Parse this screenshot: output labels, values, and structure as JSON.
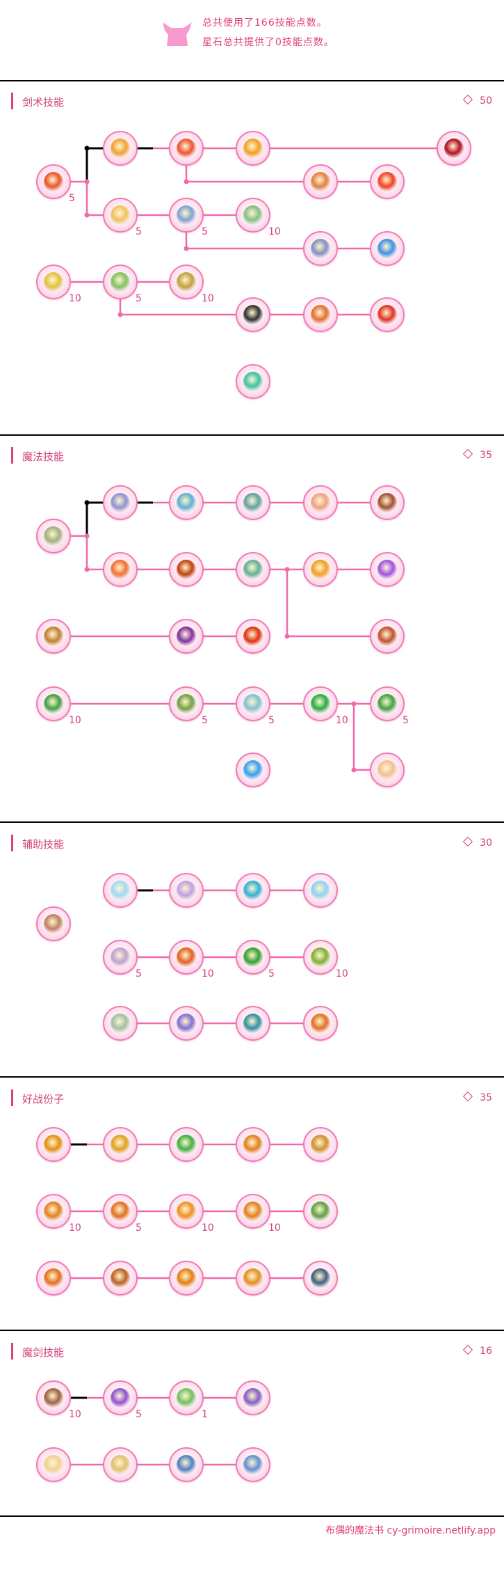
{
  "summary": {
    "icon": "pink-cat-icon",
    "used_text": "总共使用了166技能点数。",
    "star_text": "星石总共提供了0技能点数。"
  },
  "colors": {
    "accent": "#e0407a",
    "line": "#f06aaa",
    "branch": "#000000",
    "node_border": "#f27ab4"
  },
  "sections": [
    {
      "title": "剑术技能",
      "points": "50",
      "nodes": [
        {
          "icon": "fire-slash-icon",
          "level": "5",
          "tint": "#e8552a"
        },
        {
          "icon": "orange-sweep-icon",
          "level": null,
          "tint": "#f0a030"
        },
        {
          "icon": "red-crescent-icon",
          "level": null,
          "tint": "#f05030"
        },
        {
          "icon": "sword-burst-icon",
          "level": null,
          "tint": "#f0a020"
        },
        {
          "icon": "red-blade-icon",
          "level": null,
          "tint": "#b01020"
        },
        {
          "icon": "flame-pillar-icon",
          "level": null,
          "tint": "#e08040"
        },
        {
          "icon": "crescent-slash-icon",
          "level": null,
          "tint": "#f04020"
        },
        {
          "icon": "gold-slash-icon",
          "level": "5",
          "tint": "#f0c060"
        },
        {
          "icon": "wind-slash-icon",
          "level": "5",
          "tint": "#80a0d0"
        },
        {
          "icon": "green-sword-icon",
          "level": "10",
          "tint": "#80c080"
        },
        {
          "icon": "arc-strike-icon",
          "level": null,
          "tint": "#8090c0"
        },
        {
          "icon": "ice-sword-icon",
          "level": null,
          "tint": "#4090e0"
        },
        {
          "icon": "yellow-sword-burst-icon",
          "level": "10",
          "tint": "#e0c040"
        },
        {
          "icon": "green-sword-burst-icon",
          "level": "5",
          "tint": "#80c060"
        },
        {
          "icon": "gold-sword-burst-icon",
          "level": "10",
          "tint": "#c0a040"
        },
        {
          "icon": "dark-aura-icon",
          "level": null,
          "tint": "#303030"
        },
        {
          "icon": "flame-armor-icon",
          "level": null,
          "tint": "#e07030"
        },
        {
          "icon": "fire-shield-icon",
          "level": null,
          "tint": "#e03020"
        },
        {
          "icon": "jade-slash-icon",
          "level": null,
          "tint": "#40c0a0"
        }
      ]
    },
    {
      "title": "魔法技能",
      "points": "35",
      "nodes": [
        {
          "icon": "arrow-volley-icon",
          "level": null,
          "tint": "#a0b080"
        },
        {
          "icon": "ice-spike-icon",
          "level": null,
          "tint": "#9090d0"
        },
        {
          "icon": "crystal-arrow-icon",
          "level": null,
          "tint": "#60b0d0"
        },
        {
          "icon": "guardian-figure-icon",
          "level": null,
          "tint": "#60a0a0"
        },
        {
          "icon": "shell-shield-icon",
          "level": null,
          "tint": "#f0a080"
        },
        {
          "icon": "donut-orb-icon",
          "level": null,
          "tint": "#a05030"
        },
        {
          "icon": "fire-shell-icon",
          "level": null,
          "tint": "#f07030"
        },
        {
          "icon": "explosion-core-icon",
          "level": null,
          "tint": "#c04010"
        },
        {
          "icon": "tornado-icon",
          "level": null,
          "tint": "#60b090"
        },
        {
          "icon": "solar-burst-icon",
          "level": null,
          "tint": "#f0a020"
        },
        {
          "icon": "purple-flare-icon",
          "level": null,
          "tint": "#a050e0"
        },
        {
          "icon": "staff-light-icon",
          "level": null,
          "tint": "#c08030"
        },
        {
          "icon": "triple-dagger-icon",
          "level": null,
          "tint": "#8030a0"
        },
        {
          "icon": "sun-slash-icon",
          "level": null,
          "tint": "#e03010"
        },
        {
          "icon": "ember-drops-icon",
          "level": null,
          "tint": "#c05030"
        },
        {
          "icon": "green-aura-figure-icon",
          "level": "10",
          "tint": "#40a040"
        },
        {
          "icon": "green-staff-icon",
          "level": "5",
          "tint": "#70a040"
        },
        {
          "icon": "ice-staff-icon",
          "level": "5",
          "tint": "#80c0d0"
        },
        {
          "icon": "green-figure-icon",
          "level": "10",
          "tint": "#20b040"
        },
        {
          "icon": "green-aura-figure-icon",
          "level": "5",
          "tint": "#40a040"
        },
        {
          "icon": "blue-lotus-icon",
          "level": null,
          "tint": "#30a0f0"
        },
        {
          "icon": "gold-shell-icon",
          "level": null,
          "tint": "#f0c090"
        }
      ]
    },
    {
      "title": "辅助技能",
      "points": "30",
      "nodes": [
        {
          "icon": "heal-plus-icon",
          "level": null,
          "tint": "#c08060"
        },
        {
          "icon": "sparkle-bubble-icon",
          "level": null,
          "tint": "#a0d8f0"
        },
        {
          "icon": "star-bubble-icon",
          "level": null,
          "tint": "#c0a0e0"
        },
        {
          "icon": "crystal-dome-icon",
          "level": null,
          "tint": "#30b0d0"
        },
        {
          "icon": "ice-sparkle-icon",
          "level": null,
          "tint": "#90d0f0"
        },
        {
          "icon": "hourglass-icon",
          "level": "5",
          "tint": "#c0a0d0"
        },
        {
          "icon": "fire-crystals-icon",
          "level": "10",
          "tint": "#e06020"
        },
        {
          "icon": "green-crystals-icon",
          "level": "5",
          "tint": "#30a030"
        },
        {
          "icon": "gold-green-crystals-icon",
          "level": "10",
          "tint": "#80b030"
        },
        {
          "icon": "green-hourglass-icon",
          "level": null,
          "tint": "#a0c0a0"
        },
        {
          "icon": "purple-crystals-icon",
          "level": null,
          "tint": "#8070d0"
        },
        {
          "icon": "blue-green-crystals-icon",
          "level": null,
          "tint": "#3090a0"
        },
        {
          "icon": "fire-green-crystals-icon",
          "level": null,
          "tint": "#e07020"
        }
      ]
    },
    {
      "title": "好战份子",
      "points": "35",
      "nodes": [
        {
          "icon": "gold-key-icon",
          "level": null,
          "tint": "#e09010"
        },
        {
          "icon": "gold-rune-icon",
          "level": null,
          "tint": "#e0a020"
        },
        {
          "icon": "green-dagger-icon",
          "level": null,
          "tint": "#40b040"
        },
        {
          "icon": "gold-fist-icon",
          "level": null,
          "tint": "#e08020"
        },
        {
          "icon": "gold-rope-icon",
          "level": null,
          "tint": "#d09030"
        },
        {
          "icon": "gold-sword-crystal-icon",
          "level": "10",
          "tint": "#e08020"
        },
        {
          "icon": "gold-blade-icon",
          "level": "5",
          "tint": "#e07020"
        },
        {
          "icon": "gold-burst-icon",
          "level": "10",
          "tint": "#f09020"
        },
        {
          "icon": "gold-sword-crystal-icon",
          "level": "10",
          "tint": "#e08020"
        },
        {
          "icon": "green-sword-icon",
          "level": null,
          "tint": "#60a040"
        },
        {
          "icon": "gold-shield-icon",
          "level": null,
          "tint": "#e07020"
        },
        {
          "icon": "gold-boot-icon",
          "level": null,
          "tint": "#c06020"
        },
        {
          "icon": "gold-wheel-icon",
          "level": null,
          "tint": "#e08010"
        },
        {
          "icon": "gold-shield-crystal-icon",
          "level": null,
          "tint": "#e09020"
        },
        {
          "icon": "warrior-figures-icon",
          "level": null,
          "tint": "#406080"
        }
      ]
    },
    {
      "title": "魔剑技能",
      "points": "16",
      "nodes": [
        {
          "icon": "scroll-sword-icon",
          "level": "10",
          "tint": "#a06040"
        },
        {
          "icon": "purple-sword-icon",
          "level": "5",
          "tint": "#9050d0"
        },
        {
          "icon": "green-glow-icon",
          "level": "1",
          "tint": "#70c060"
        },
        {
          "icon": "violet-ice-sword-icon",
          "level": null,
          "tint": "#8060c0"
        },
        {
          "icon": "crescent-moon-icon",
          "level": null,
          "tint": "#f0d090"
        },
        {
          "icon": "golden-slash-icon",
          "level": null,
          "tint": "#e0c070"
        },
        {
          "icon": "blue-orb-sword-icon",
          "level": null,
          "tint": "#5080c0"
        },
        {
          "icon": "ice-sword-icon",
          "level": null,
          "tint": "#6090d0"
        }
      ]
    }
  ],
  "footer": {
    "text": "布偶的魔法书 cy-grimoire.netlify.app"
  }
}
